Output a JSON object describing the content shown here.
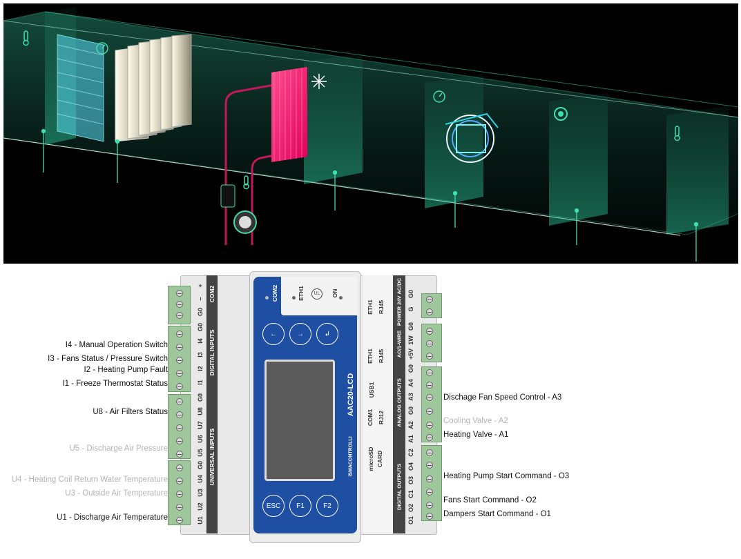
{
  "scene": {
    "description_icons": [
      "thermometer-icon",
      "pressure-gauge-icon",
      "snowflake-icon",
      "fan-icon",
      "smoke-detector-icon"
    ]
  },
  "controller": {
    "model": "AAC20-LCD",
    "brand": "iSMACONTROLLI",
    "left_header_top": "COM2",
    "left_header_mid": "DIGITAL INPUTS",
    "left_header_bottom": "UNIVERSAL INPUTS",
    "right_power": "POWER 24V AC/DC",
    "right_ao_wire": "AO/1-WIRE",
    "right_analog": "ANALOG OUTPUTS",
    "right_digital": "DIGITAL OUTPUTS",
    "ports": {
      "com2": "COM2",
      "eth1": "ETH1",
      "on": "ON",
      "eth1_rj45_a": "ETH1",
      "rj45_a": "RJ45",
      "eth1_rj45_b": "ETH1",
      "rj45_b": "RJ45",
      "usb1": "USB1",
      "com1": "COM1",
      "rj12": "RJ12",
      "microsd": "microSD",
      "card": "CARD"
    },
    "buttons": {
      "left": "←",
      "right": "→",
      "enter": "↲",
      "esc": "ESC",
      "f1": "F1",
      "f2": "F2"
    },
    "left_pins": [
      "+",
      "–",
      "G0",
      "G0",
      "I4",
      "I3",
      "I2",
      "I1",
      "G0",
      "U8",
      "U7",
      "U6",
      "U5",
      "G0",
      "U4",
      "U3",
      "U2",
      "U1"
    ],
    "right_pins": [
      "G0",
      "G",
      "G0",
      "1W",
      "+5V",
      "G0",
      "A4",
      "A3",
      "G0",
      "A2",
      "A1",
      "C2",
      "O4",
      "O3",
      "C1",
      "O2",
      "O1"
    ]
  },
  "labels": {
    "left": [
      {
        "text": "I4 - Manual Operation Switch",
        "active": true
      },
      {
        "text": "I3 - Fans Status / Pressure Switch",
        "active": true
      },
      {
        "text": "I2 - Heating Pump Fault",
        "active": true
      },
      {
        "text": "I1 - Freeze Thermostat Status",
        "active": true
      },
      {
        "text": "U8 - Air Filters Status",
        "active": true
      },
      {
        "text": "U5 - Discharge Air Pressure",
        "active": false
      },
      {
        "text": "U4 - Heating Coil Return Water Temperature",
        "active": false
      },
      {
        "text": "U3 - Outside Air Temperature",
        "active": false
      },
      {
        "text": "U1 - Discharge Air Temperature",
        "active": true
      }
    ],
    "right": [
      {
        "text": "Dischage Fan Speed Control  - A3",
        "active": true
      },
      {
        "text": "Cooling Valve - A2",
        "active": false
      },
      {
        "text": "Heating Valve - A1",
        "active": true
      },
      {
        "text": "Heating Pump Start Command - O3",
        "active": true
      },
      {
        "text": "Fans Start Command - O2",
        "active": true
      },
      {
        "text": "Dampers Start Command - O1",
        "active": true
      }
    ]
  },
  "colors": {
    "scene_bg": "#000000",
    "duct": "#3fe0b0",
    "heating_coil": "#ff1a6e",
    "controller_blue": "#1f4fa3",
    "terminal_green": "#9ec79b"
  }
}
